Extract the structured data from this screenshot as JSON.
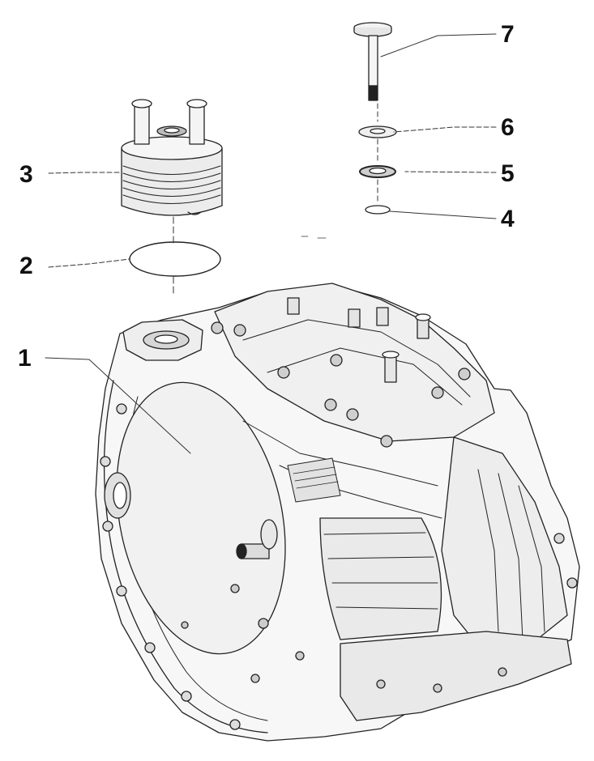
{
  "callouts": {
    "c1": "1",
    "c2": "2",
    "c3": "3",
    "c4": "4",
    "c5": "5",
    "c6": "6",
    "c7": "7"
  },
  "colors": {
    "line": "#222222",
    "fill": "#f2f2f2",
    "shade": "#c8c8c8"
  }
}
